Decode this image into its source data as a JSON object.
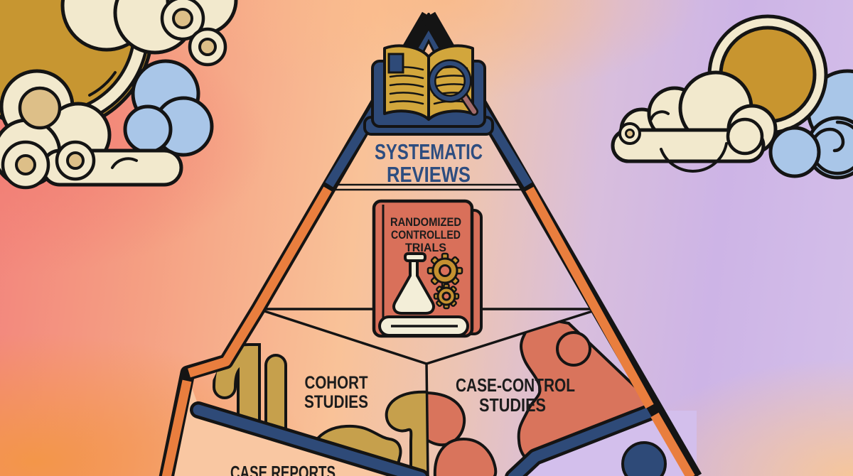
{
  "illustration": {
    "subject": "hierarchy-of-evidence-pyramid",
    "pyramid": {
      "level1": {
        "line1": "SYSTEMATIC",
        "line2": "REVIEWS"
      },
      "level2": {
        "line1": "RANDOMIZED",
        "line2": "CONTROLLED",
        "line3": "TRIALS"
      },
      "level3_left": {
        "line1": "COHORT",
        "line2": "STUDIES"
      },
      "level3_right": {
        "line1": "CASE-CONTROL",
        "line2": "STUDIES"
      },
      "level4_partial": {
        "line1": "CASE REPORTS",
        "partially_visible": true
      }
    },
    "icons": [
      "open-book-magnifier-icon",
      "rct-book-icon",
      "flask-icon",
      "gear-icon",
      "sun-icon",
      "cloud-icon",
      "spiral-cloud-icon"
    ],
    "colors": {
      "navy": "#2e4a78",
      "navy_text": "#2d4d80",
      "orange_edge": "#e97e3e",
      "outline": "#141414",
      "cream": "#f2e9cd",
      "mustard_sun": "#c79631",
      "golden_pages": "#d2a63c",
      "gold_blob": "#c6a04c",
      "salmon_book": "#d9705a",
      "coral_blob": "#d9745c",
      "cloud_blue": "#a9c6e8",
      "tan": "#ddbf88",
      "lilac_panel": "#d3bfec",
      "peach_panel": "#f9c7a2",
      "magnifier_handle": "#a26b6b",
      "label_black": "#1c1c1c"
    }
  }
}
